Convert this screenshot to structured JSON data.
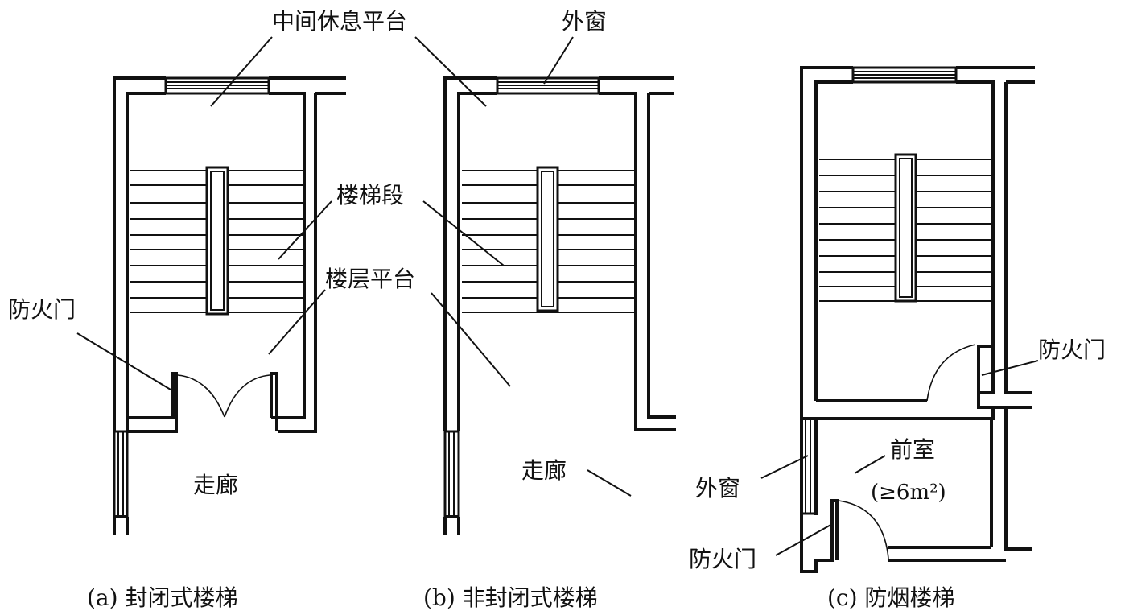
{
  "labels": {
    "landing_mid": "中间休息平台",
    "window_a": "外窗",
    "stair_flight": "楼梯段",
    "floor_landing": "楼层平台",
    "fire_door_a": "防火门",
    "corridor_a": "走廊",
    "corridor_b": "走廊",
    "fire_door_c1": "防火门",
    "anteroom": "前室",
    "anteroom_area": "(≥6m²)",
    "window_c": "外窗",
    "fire_door_c2": "防火门"
  },
  "captions": {
    "a": "(a) 封闭式楼梯",
    "b": "(b) 非封闭式楼梯",
    "c": "(c) 防烟楼梯"
  }
}
